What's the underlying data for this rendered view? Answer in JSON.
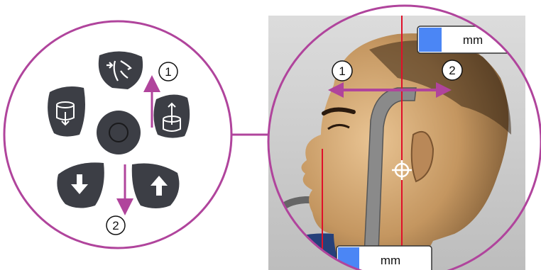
{
  "keypad": {
    "buttons": [
      {
        "name": "positioning-toggle-button",
        "icon": "head-arrow-profile-icon"
      },
      {
        "name": "column-down-button",
        "icon": "cylinder-arrow-down-icon"
      },
      {
        "name": "column-up-button",
        "icon": "cylinder-arrow-up-icon"
      },
      {
        "name": "center-button",
        "icon": "circle-icon"
      },
      {
        "name": "move-down-button",
        "icon": "arrow-down-icon"
      },
      {
        "name": "move-up-button",
        "icon": "arrow-up-icon"
      }
    ],
    "callout_1": "1",
    "callout_2": "2",
    "callout_color": "#b0449c"
  },
  "head_view": {
    "callout_1": "1",
    "callout_2": "2",
    "top_readout_unit": "mm",
    "bottom_readout_unit": "mm",
    "indicator_color": "#4b86f5",
    "guide_line_color": "#e0102a",
    "arrow_color": "#b0449c"
  }
}
